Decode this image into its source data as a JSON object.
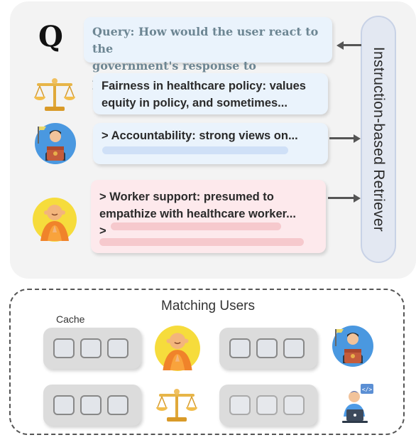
{
  "query": {
    "icon_letter": "Q",
    "line1": "Query: How would the user react to the",
    "line2": "government's response to pandemic...."
  },
  "cards": [
    {
      "line1": "Fairness in healthcare policy: values",
      "line2": "equity in policy, and sometimes..."
    },
    {
      "line1": "> Accountability: strong views on..."
    },
    {
      "line1": "> Worker support: presumed to",
      "line2": "empathize with healthcare worker...",
      "line3": ">"
    }
  ],
  "retriever": {
    "label": "Instruction-based Retriever"
  },
  "matching": {
    "title": "Matching Users",
    "cache_label": "Cache"
  },
  "icons": {
    "query": "q-letter-icon",
    "scales": "balance-scale-icon",
    "speaker": "politician-speaker-icon",
    "monk": "praying-monk-icon",
    "developer": "developer-laptop-icon"
  }
}
